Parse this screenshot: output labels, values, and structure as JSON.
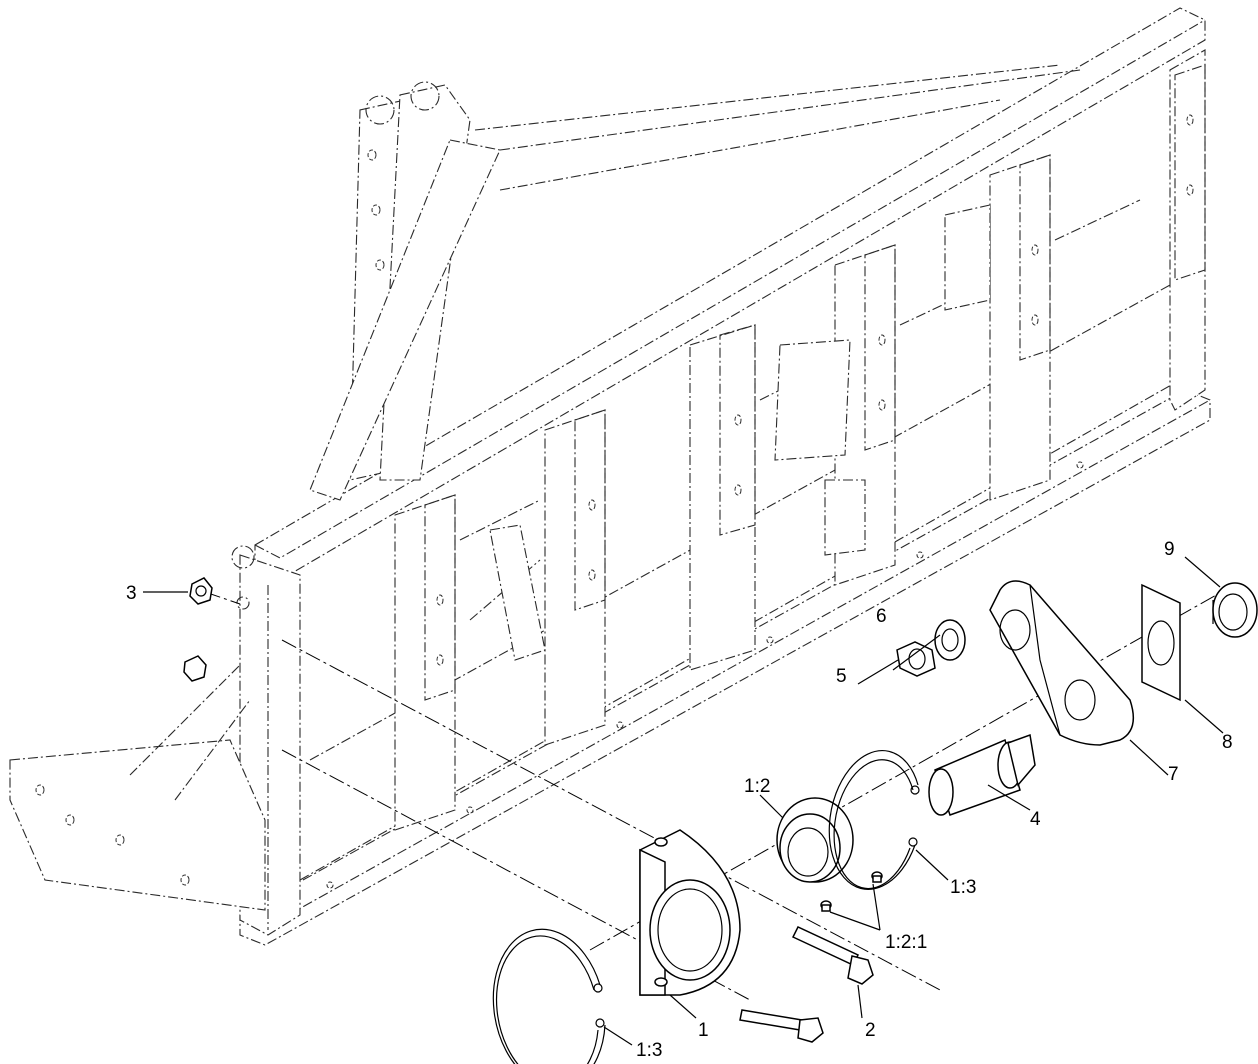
{
  "callouts": {
    "c1": "1",
    "c1_2": "1:2",
    "c1_2_1": "1:2:1",
    "c1_3_top": "1:3",
    "c1_3_bottom": "1:3",
    "c2": "2",
    "c3": "3",
    "c4": "4",
    "c5": "5",
    "c6": "6",
    "c7": "7",
    "c8": "8",
    "c9": "9"
  }
}
